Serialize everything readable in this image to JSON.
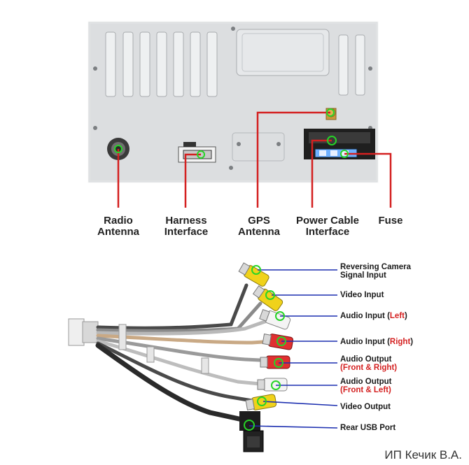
{
  "top_labels": {
    "radio_line1": "Radio",
    "radio_line2": "Antenna",
    "harness_line1": "Harness",
    "harness_line2": "Interface",
    "gps_line1": "GPS",
    "gps_line2": "Antenna",
    "power_line1": "Power Cable",
    "power_line2": "Interface",
    "fuse": "Fuse"
  },
  "cable_labels": {
    "reversing_line1": "Reversing Camera",
    "reversing_line2": "Signal Input",
    "video_input": "Video Input",
    "audio_left_prefix": "Audio Input (",
    "audio_left_word": "Left",
    "audio_left_suffix": ")",
    "audio_right_prefix": "Audio Input (",
    "audio_right_word": "Right",
    "audio_right_suffix": ")",
    "audio_out1_line1": "Audio Output",
    "audio_out1_line2": "(Front & Right)",
    "audio_out2_line1": "Audio Output",
    "audio_out2_line2": "(Front & Left)",
    "video_output": "Video Output",
    "rear_usb": "Rear USB Port"
  },
  "watermark": "ИП Кечик В.А.",
  "colors": {
    "callout_red": "#d42020",
    "marker_green": "#27d427",
    "pointer_blue": "#1c2fb0",
    "panel_grey": "#dcdee0"
  }
}
